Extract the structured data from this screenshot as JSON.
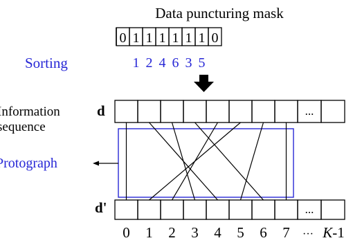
{
  "mask": {
    "title": "Data puncturing mask",
    "bits": [
      "0",
      "1",
      "1",
      "1",
      "1",
      "1",
      "1",
      "0"
    ]
  },
  "sorting": {
    "label": "Sorting",
    "order": [
      "1",
      "2",
      "4",
      "6",
      "3",
      "5"
    ]
  },
  "info_label_line1": "Information",
  "info_label_line2": "sequence",
  "d_label": "d",
  "d_prime_label": "d'",
  "protograph_label": "Protograph",
  "top_row_cells": [
    "",
    "",
    "",
    "",
    "",
    "",
    "",
    "",
    "...",
    ""
  ],
  "bottom_row_cells": [
    "",
    "",
    "",
    "",
    "",
    "",
    "",
    "",
    "...",
    ""
  ],
  "indices": [
    "0",
    "1",
    "2",
    "3",
    "4",
    "5",
    "6",
    "7"
  ],
  "last_index": {
    "dots": "···",
    "k": "K",
    "suffix": "-1"
  },
  "permutation": [
    [
      0,
      0
    ],
    [
      1,
      4
    ],
    [
      2,
      3
    ],
    [
      3,
      6
    ],
    [
      4,
      2
    ],
    [
      5,
      1
    ],
    [
      6,
      5
    ],
    [
      7,
      7
    ]
  ],
  "colors": {
    "blue": "#2727d6",
    "black": "#000000"
  }
}
